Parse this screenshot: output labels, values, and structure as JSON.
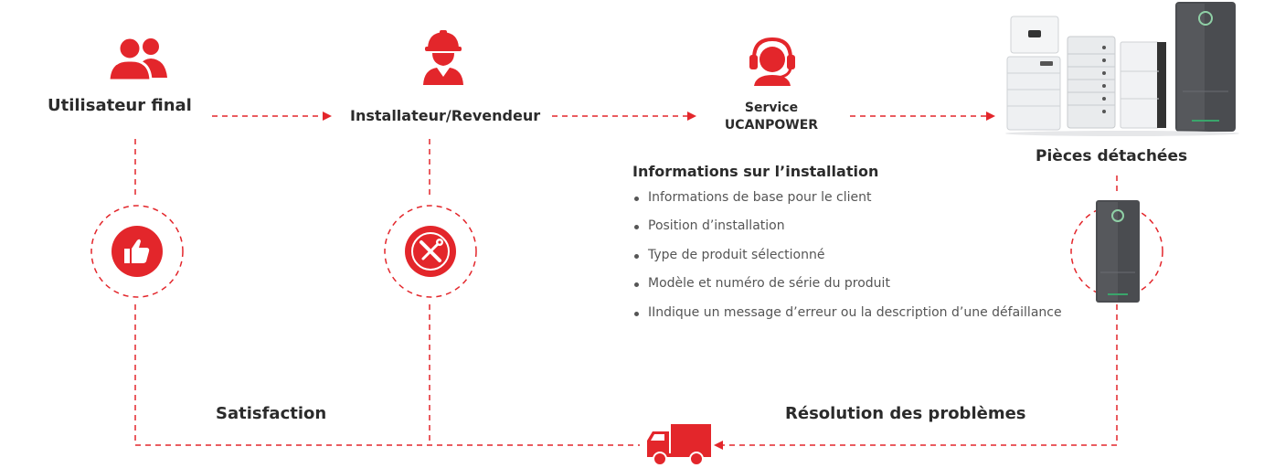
{
  "colors": {
    "accent": "#e3262b",
    "text": "#2b2b2b",
    "muted": "#555555",
    "product_dark": "#4a4c50",
    "product_light": "#eef0f2"
  },
  "nodes": {
    "end_user": {
      "label": "Utilisateur final",
      "icon": "users-icon"
    },
    "installer": {
      "label": "Installateur/Revendeur",
      "icon": "worker-helmet-icon"
    },
    "service": {
      "line1": "Service",
      "line2": "UCANPOWER",
      "icon": "headset-support-icon"
    },
    "spare_parts": {
      "label": "Pièces détachées",
      "icon": "battery-products-image"
    }
  },
  "info": {
    "title": "Informations sur l’installation",
    "items": [
      "Informations de base pour le client",
      "Position d’installation",
      "Type de produit sélectionné",
      "Modèle et numéro de série du produit",
      "IIndique un message d’erreur ou la description d’une défaillance"
    ]
  },
  "circles": {
    "satisfaction_icon": "thumbs-up-icon",
    "tools_icon": "wrench-screwdriver-icon",
    "product_icon": "battery-cabinet-image"
  },
  "bottom": {
    "satisfaction": "Satisfaction",
    "resolution": "Résolution des problèmes",
    "icon": "delivery-truck-icon"
  }
}
